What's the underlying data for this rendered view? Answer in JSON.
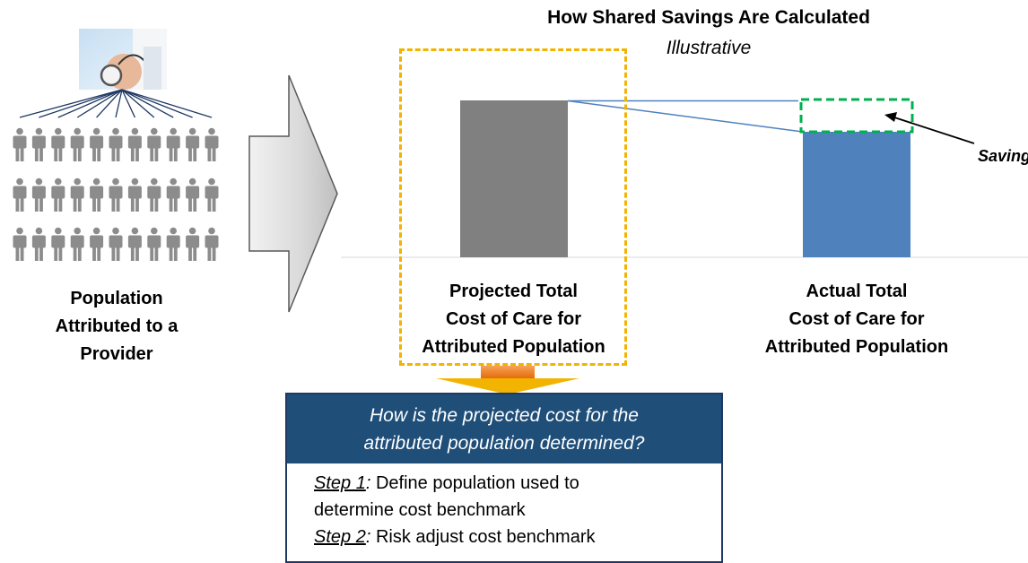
{
  "title": "How Shared Savings Are Calculated",
  "subtitle": "Illustrative",
  "population": {
    "label_lines": [
      "Population",
      "Attributed to a",
      "Provider"
    ],
    "rows": 3,
    "people_per_row": 11
  },
  "chart_data": {
    "type": "bar",
    "categories": [
      "Projected Total Cost of Care for Attributed Population",
      "Actual Total Cost of Care for Attributed Population"
    ],
    "values": [
      100,
      80
    ],
    "title": "How Shared Savings Are Calculated",
    "subtitle": "Illustrative",
    "colors": [
      "#808080",
      "#4f81bd"
    ],
    "annotations": [
      "Savings"
    ]
  },
  "projected_label_lines": [
    "Projected Total",
    "Cost of Care for",
    "Attributed Population"
  ],
  "actual_label_lines": [
    "Actual Total",
    "Cost of Care for",
    "Attributed Population"
  ],
  "savings_label": "Savings",
  "colors": {
    "projected_bar": "#808080",
    "actual_bar": "#4f81bd",
    "highlight_dash": "#f2b400",
    "savings_dash": "#00b050",
    "question_header": "#1f4e79",
    "down_arrow": "#f79646"
  },
  "question": {
    "header_lines": [
      "How is the projected cost for the",
      "attributed population  determined?"
    ],
    "steps": [
      {
        "label": "Step 1",
        "suffix": ":",
        "text_lines": [
          " Define population used to",
          "determine cost benchmark"
        ]
      },
      {
        "label": "Step 2",
        "suffix": ":",
        "text_lines": [
          " Risk adjust cost benchmark"
        ]
      }
    ]
  }
}
